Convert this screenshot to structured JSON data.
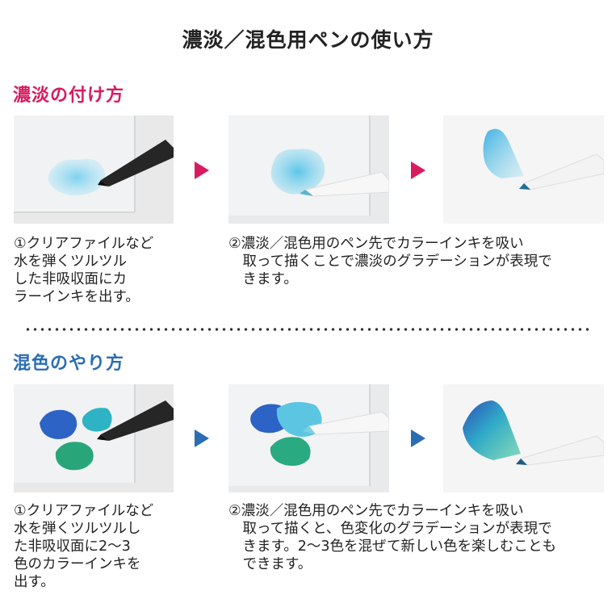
{
  "page_title": "濃淡／混色用ペンの使い方",
  "colors": {
    "section1_accent": "#d81b60",
    "section2_accent": "#2a6db5",
    "text": "#222222"
  },
  "section1": {
    "heading": "濃淡の付け方",
    "step1_lines": [
      "①クリアファイルなど",
      "水を弾くツルツル",
      "した非吸収面にカ",
      "ラーインキを出す。"
    ],
    "step2_lines": [
      "②濃淡／混色用のペン先でカラーインキを吸い",
      "　取って描くことで濃淡のグラデーションが表現で",
      "　きます。"
    ]
  },
  "section2": {
    "heading": "混色のやり方",
    "step1_lines": [
      "①クリアファイルなど",
      "水を弾くツルツルし",
      "た非吸収面に2〜3",
      "色のカラーインキを",
      "出す。"
    ],
    "step2_lines": [
      "②濃淡／混色用のペン先でカラーインキを吸い",
      "　取って描くと、色変化のグラデーションが表現で",
      "　きます。2〜3色を混ぜて新しい色を楽しむことも",
      "　できます。"
    ]
  }
}
